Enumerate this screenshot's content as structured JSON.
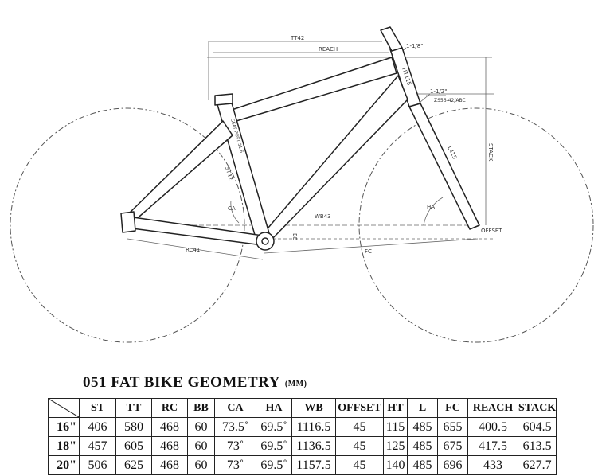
{
  "diagram": {
    "labels": {
      "tt": "TT42",
      "reach": "REACH",
      "angle_top": "1-1/8\"",
      "ht": "HT115",
      "angle_bottom": "1-1/2\"",
      "headset": "ZS56-42/ABC",
      "stack": "STACK",
      "l": "L415",
      "st": "ST42",
      "ca": "CA",
      "ha": "HA",
      "wb": "WB43",
      "bb": "BB",
      "offset": "OFFSET",
      "rc": "RC41",
      "fc": "FC",
      "seatpost": "SEAT POST 31.6"
    }
  },
  "title": {
    "text": "051 FAT BIKE GEOMETRY",
    "unit": "(MM)"
  },
  "chart_data": {
    "type": "table",
    "title": "051 FAT BIKE GEOMETRY (MM)",
    "columns": [
      "ST",
      "TT",
      "RC",
      "BB",
      "CA",
      "HA",
      "WB",
      "OFFSET",
      "HT",
      "L",
      "FC",
      "REACH",
      "STACK"
    ],
    "rows": [
      {
        "size": "16\"",
        "values": [
          "406",
          "580",
          "468",
          "60",
          "73.5˚",
          "69.5˚",
          "1116.5",
          "45",
          "115",
          "485",
          "655",
          "400.5",
          "604.5"
        ]
      },
      {
        "size": "18\"",
        "values": [
          "457",
          "605",
          "468",
          "60",
          "73˚",
          "69.5˚",
          "1136.5",
          "45",
          "125",
          "485",
          "675",
          "417.5",
          "613.5"
        ]
      },
      {
        "size": "20\"",
        "values": [
          "506",
          "625",
          "468",
          "60",
          "73˚",
          "69.5˚",
          "1157.5",
          "45",
          "140",
          "485",
          "696",
          "433",
          "627.7"
        ]
      }
    ]
  }
}
